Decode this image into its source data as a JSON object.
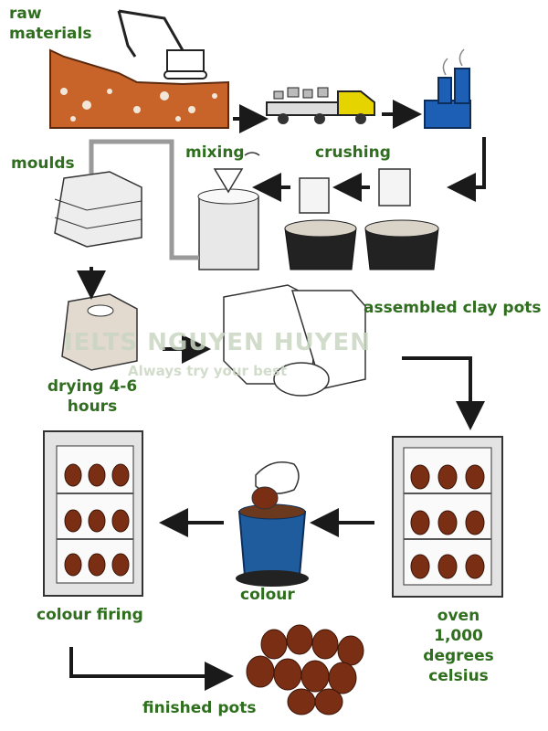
{
  "stages": {
    "raw_materials": "raw\nmaterials",
    "crushing": "crushing",
    "mixing": "mixing",
    "moulds": "moulds",
    "drying": "drying 4-6\nhours",
    "assembled": "assembled clay pots",
    "oven": "oven\n1,000\ndegrees\ncelsius",
    "colour": "colour",
    "colour_firing": "colour firing",
    "finished": "finished pots"
  },
  "watermark": {
    "brand": "IELTS NGUYEN HUYEN",
    "slogan": "Always try your best"
  },
  "colors": {
    "label": "#2f6e1e",
    "earth": "#c8642a",
    "truck": "#e6d400",
    "factory": "#1c5fb5",
    "pot": "#7a2f15",
    "bucket": "#1f5c9e",
    "arrow": "#1a1a1a"
  }
}
